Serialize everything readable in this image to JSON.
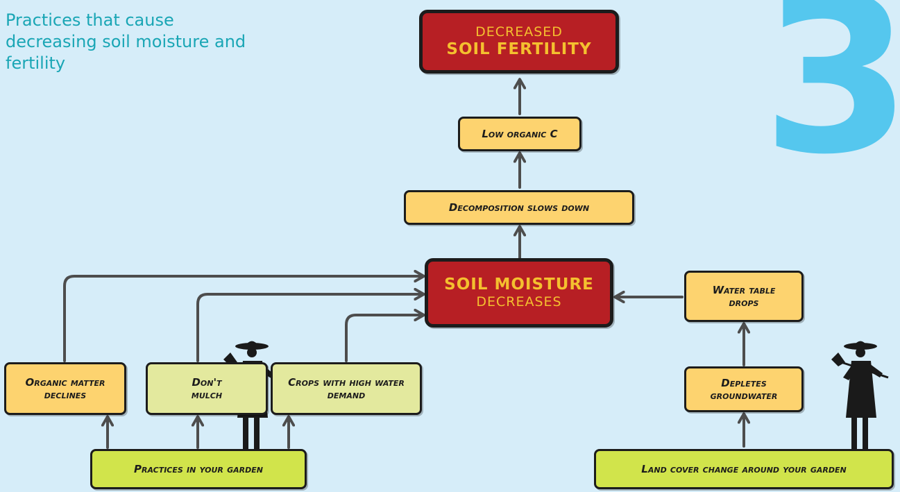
{
  "heading": "Practices that cause decreasing soil moisture and fertility",
  "section_number": "3",
  "nodes": {
    "soil_fertility": {
      "line1": "DECREASED",
      "line2": "SOIL FERTILITY"
    },
    "low_organic_c": "Low organic C",
    "decomposition": "Decomposition slows down",
    "soil_moisture": {
      "line1": "SOIL MOISTURE",
      "line2": "DECREASES"
    },
    "water_table": "Water table drops",
    "depletes_groundwater": "Depletes groundwater",
    "organic_matter": "Organic matter declines",
    "dont_mulch": "Don't mulch",
    "crops_water": "Crops with high water demand",
    "practices_garden": "Practices in your garden",
    "land_cover": "Land cover change around your garden"
  },
  "colors": {
    "background": "#d6edf9",
    "red_box": "#b71f24",
    "red_text": "#f4c02f",
    "yellow_box": "#fdd36f",
    "pale_box": "#e3e99e",
    "lime_box": "#d1e44b",
    "arrow": "#4d4d4d",
    "heading": "#1aa6b5",
    "big_number": "#55c7ee"
  }
}
